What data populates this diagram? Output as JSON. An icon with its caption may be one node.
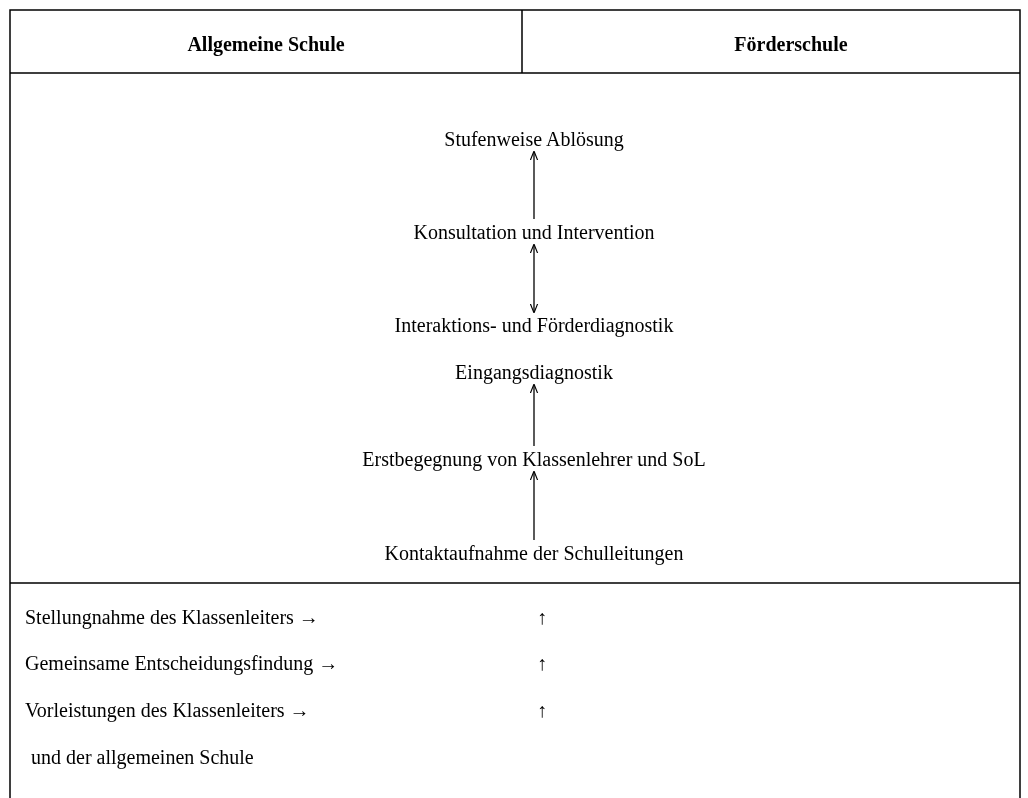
{
  "diagram": {
    "nodes": [
      {
        "text": [
          "Stufenweise Ablösung"
        ]
      },
      {
        "text": [
          "Konsultation und Intervention"
        ]
      },
      {
        "text": [
          "Interaktions- und Förderdiagnostik"
        ]
      },
      {
        "text": [
          "Eingangsdiagnostik"
        ]
      },
      {
        "text": [
          "Erstbegegnung von Klassenlehrer und SoL"
        ]
      },
      {
        "text": [
          "Kontaktaufnahme der Schulleitungen"
        ]
      }
    ],
    "edges": [
      {
        "from": 5,
        "to": 4,
        "arrow": "to"
      },
      {
        "from": 4,
        "to": 3,
        "arrow": "to"
      },
      {
        "from": 2,
        "to": 1,
        "arrow": "both"
      },
      {
        "from": 1,
        "to": 0,
        "arrow": "to"
      }
    ],
    "labels": [
      "Allgemeine Schule",
      "Förderschule",
      "Stellungnahme des Klassenleiters →",
      "↑",
      "Gemeinsame Entscheidungsfindung →",
      "↑",
      "Vorleistungen des Klassenleiters →",
      "↑",
      "und der allgemeinen Schule"
    ]
  }
}
